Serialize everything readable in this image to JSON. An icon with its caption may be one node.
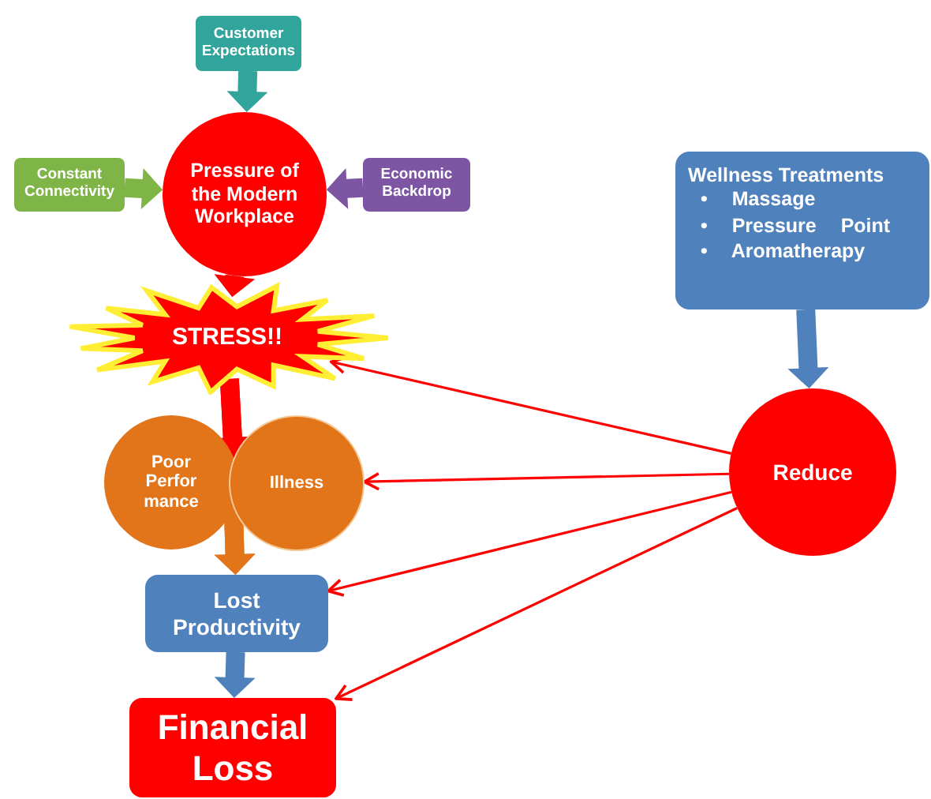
{
  "diagram": {
    "nodes": [
      {
        "text": [
          "Customer Expectations"
        ]
      },
      {
        "text": [
          "Constant Connectivity"
        ]
      },
      {
        "text": [
          "Pressure of the Modern Workplace"
        ]
      },
      {
        "text": [
          "Economic Backdrop"
        ]
      },
      {
        "text": [
          "STRESS!!"
        ]
      },
      {
        "text": [
          "Poor Perfor mance"
        ]
      },
      {
        "text": [
          "Illness"
        ]
      },
      {
        "text": [
          "Lost Productivity"
        ]
      },
      {
        "text": [
          "Financial Loss"
        ]
      },
      {
        "text": [
          "Wellness Treatments",
          "• Massage",
          "• Pressure Point",
          "• Aromatherapy"
        ]
      },
      {
        "text": [
          "Reduce"
        ]
      }
    ],
    "edges": [
      {
        "from": 0,
        "to": 2,
        "arrow": "to",
        "style": "thick",
        "color": "#31a59b"
      },
      {
        "from": 1,
        "to": 2,
        "arrow": "to",
        "style": "thick",
        "color": "#7fb446"
      },
      {
        "from": 3,
        "to": 2,
        "arrow": "to",
        "style": "thick",
        "color": "#7d55a3"
      },
      {
        "from": 2,
        "to": 4,
        "arrow": "to",
        "style": "thick"
      },
      {
        "from": 4,
        "to": 5,
        "arrow": "to",
        "style": "thick"
      },
      {
        "from": 4,
        "to": 6,
        "arrow": "to",
        "style": "thick"
      },
      {
        "from": 5,
        "to": 7,
        "arrow": "to",
        "style": "thick",
        "color": "#e2741a"
      },
      {
        "from": 6,
        "to": 7,
        "arrow": "to",
        "style": "thick",
        "color": "#e2741a"
      },
      {
        "from": 7,
        "to": 8,
        "arrow": "to",
        "style": "thick",
        "color": "#4f81bd"
      },
      {
        "from": 9,
        "to": 10,
        "arrow": "to",
        "style": "thick",
        "color": "#4f81bd"
      },
      {
        "from": 10,
        "to": 4,
        "arrow": "to"
      },
      {
        "from": 10,
        "to": 6,
        "arrow": "to"
      },
      {
        "from": 10,
        "to": 7,
        "arrow": "to"
      },
      {
        "from": 10,
        "to": 8,
        "arrow": "to"
      }
    ]
  }
}
